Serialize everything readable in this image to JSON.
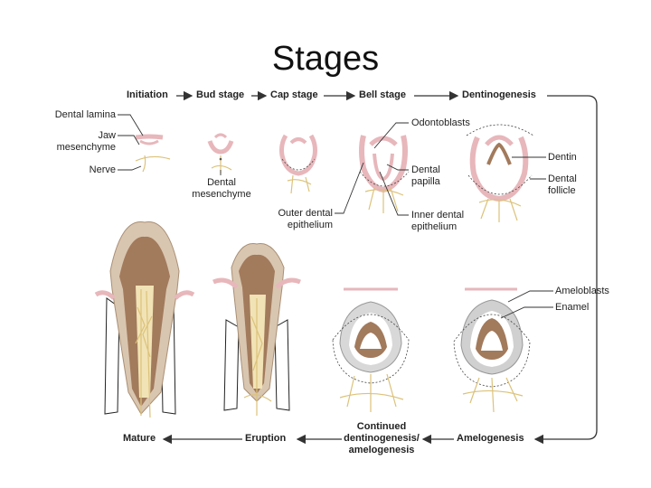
{
  "slide": {
    "title": "Stages"
  },
  "stages": {
    "initiation": "Initiation",
    "bud": "Bud stage",
    "cap": "Cap stage",
    "bell": "Bell stage",
    "dentinogenesis": "Dentinogenesis",
    "amelogenesis": "Amelogenesis",
    "continued_1": "Continued",
    "continued_2": "dentinogenesis/",
    "continued_3": "amelogenesis",
    "eruption": "Eruption",
    "mature": "Mature"
  },
  "labels": {
    "dental_lamina": "Dental lamina",
    "jaw_1": "Jaw",
    "jaw_2": "mesenchyme",
    "nerve": "Nerve",
    "dental_mes_1": "Dental",
    "dental_mes_2": "mesenchyme",
    "outer_1": "Outer dental",
    "outer_2": "epithelium",
    "odontoblasts": "Odontoblasts",
    "papilla_1": "Dental",
    "papilla_2": "papilla",
    "inner_1": "Inner dental",
    "inner_2": "epithelium",
    "dentin": "Dentin",
    "follicle_1": "Dental",
    "follicle_2": "follicle",
    "ameloblasts": "Ameloblasts",
    "enamel": "Enamel"
  },
  "colors": {
    "epithelium_pink": "#e7b7bb",
    "dentin_brown": "#a27a5c",
    "enamel_tan": "#d9c6b0",
    "nerve_yellow": "#dcc27a",
    "arrow_black": "#333333"
  }
}
